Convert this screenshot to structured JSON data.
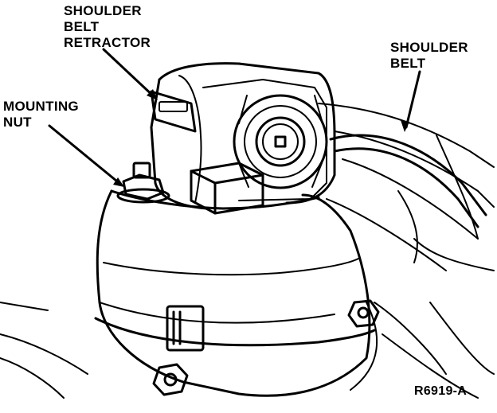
{
  "labels": {
    "retractor_line1": "SHOULDER",
    "retractor_line2": "BELT",
    "retractor_line3": "RETRACTOR",
    "nut_line1": "MOUNTING",
    "nut_line2": "NUT",
    "belt_line1": "SHOULDER",
    "belt_line2": "BELT"
  },
  "figure_code": "R6919-A",
  "colors": {
    "ink": "#000000",
    "paper": "#ffffff"
  }
}
